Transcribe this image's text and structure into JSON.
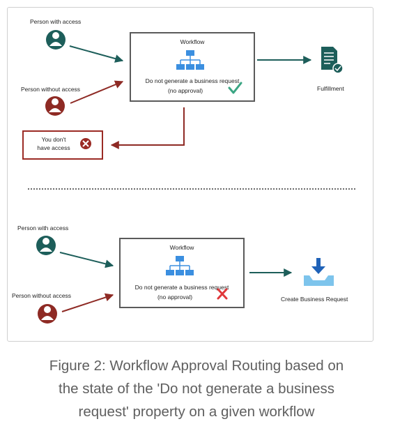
{
  "diagram": {
    "top": {
      "person_with_access": "Person with access",
      "person_without_access": "Person without access",
      "workflow_title": "Workflow",
      "property_line1": "Do not generate a business request",
      "property_line2": "(no approval)",
      "outcome_label": "Fulfillment",
      "denied_line1": "You don't",
      "denied_line2": "have access"
    },
    "bottom": {
      "person_with_access": "Person with access",
      "person_without_access": "Person without access",
      "workflow_title": "Workflow",
      "property_line1": "Do not generate a business request",
      "property_line2": "(no approval)",
      "outcome_label": "Create Business Request"
    }
  },
  "caption": {
    "line1": "Figure 2: Workflow Approval Routing based on",
    "line2": "the state of the 'Do not generate a business",
    "line3": "request' property on a given workflow"
  },
  "colors": {
    "teal": "#1d5e5a",
    "dark_red": "#8e2a24",
    "workflow_blue": "#3b8fe0",
    "check_green": "#3aa583",
    "cross_red": "#e0383b",
    "request_blue": "#2e8bd0"
  },
  "icons": {
    "person_teal": "user-teal-icon",
    "person_red": "user-red-icon",
    "workflow": "workflow-hierarchy-icon",
    "check": "checkmark-icon",
    "cross": "x-mark-icon",
    "fulfillment": "document-check-icon",
    "create_request": "inbox-download-icon",
    "denied": "close-circle-icon"
  }
}
